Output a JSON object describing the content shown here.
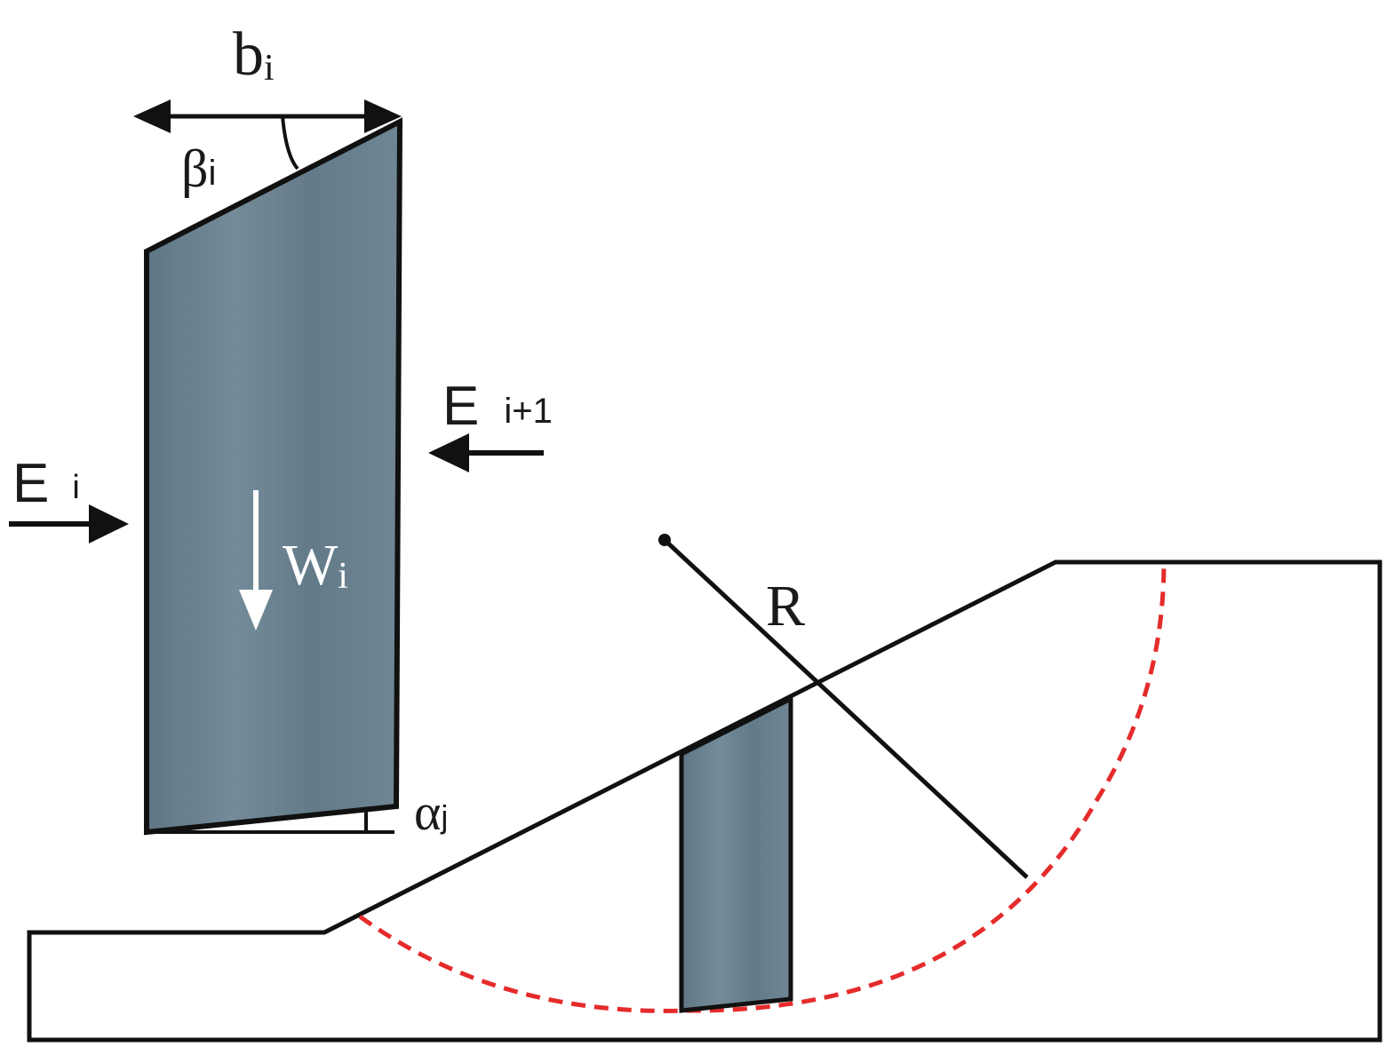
{
  "labels": {
    "slice_width": "b",
    "slice_width_sub": "i",
    "top_angle": "β",
    "top_angle_sub": "i",
    "base_angle": "α",
    "base_angle_sub": "j",
    "force_left": "E",
    "force_left_sub": "i",
    "force_right": "E",
    "force_right_sub": "i+1",
    "weight": "W",
    "weight_sub": "i",
    "radius": "R"
  },
  "colors": {
    "line": "#111111",
    "slice_fill": "#6e8593",
    "slip_surface": "#e52b2b",
    "weight_arrow": "#ffffff"
  }
}
